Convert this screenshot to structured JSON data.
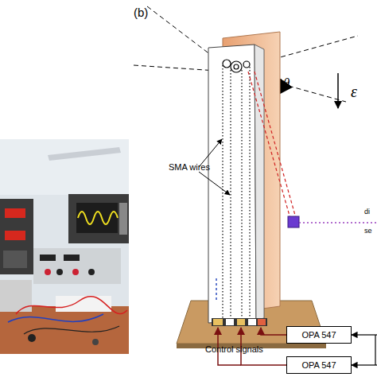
{
  "diagram": {
    "nodes": [
      {
        "text": [
          "OPA 547"
        ]
      },
      {
        "text": [
          "OPA 547"
        ]
      }
    ],
    "labels": [
      "(b)",
      "θ",
      "ε",
      "SMA wires",
      "Control signals",
      "di",
      "se"
    ]
  }
}
